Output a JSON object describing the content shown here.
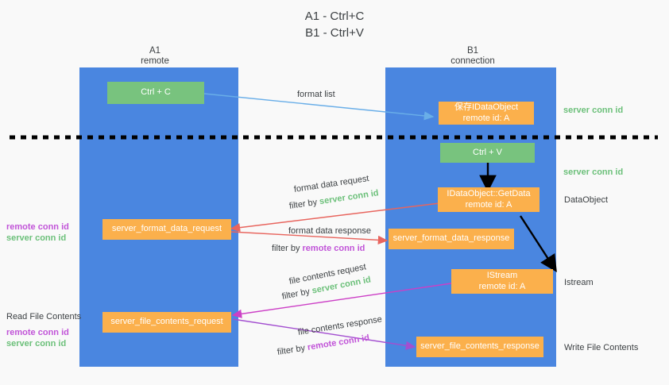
{
  "title": {
    "line1": "A1 - Ctrl+C",
    "line2": "B1 - Ctrl+V"
  },
  "columns": [
    {
      "name": "A1",
      "sub": "remote"
    },
    {
      "name": "B1",
      "sub": "connection"
    }
  ],
  "boxes": {
    "ctrl_c": {
      "line1": "Ctrl + C"
    },
    "ctrl_v": {
      "line1": "Ctrl + V"
    },
    "idataobject": {
      "line1": "保存IDataObject",
      "line2": "remote id: A"
    },
    "getdata": {
      "line1": "IDataObject::GetData",
      "line2": "remote id: A"
    },
    "istream": {
      "line1": "IStream",
      "line2": "remote id: A"
    },
    "format_data_request": {
      "line1": "server_format_data_request"
    },
    "format_data_response": {
      "line1": "server_format_data_response"
    },
    "file_contents_request": {
      "line1": "server_file_contents_request"
    },
    "file_contents_response": {
      "line1": "server_file_contents_response"
    }
  },
  "edge_labels": {
    "format_list": "format list",
    "format_data_request": "format data request",
    "format_data_request_filter_pre": "filter by ",
    "format_data_request_filter_key": "server conn id",
    "format_data_response": "format data response",
    "format_data_response_filter_pre": "filter by ",
    "format_data_response_filter_key": "remote conn id",
    "file_contents_request": "file contents request",
    "file_contents_request_filter_pre": "filter by ",
    "file_contents_request_filter_key": "server conn id",
    "file_contents_response": "file contents response",
    "file_contents_response_filter_pre": "filter by ",
    "file_contents_response_filter_key": "remote conn id"
  },
  "right_labels": {
    "server_conn_id_top": "server conn id",
    "server_conn_id_mid": "server conn id",
    "dataobject": "DataObject",
    "istream": "Istream",
    "write_file_contents": "Write File Contents"
  },
  "left_labels": {
    "remote_conn_id_1": "remote conn id",
    "server_conn_id_1": "server conn id",
    "read_file_contents": "Read File Contents",
    "remote_conn_id_2": "remote conn id",
    "server_conn_id_2": "server conn id"
  },
  "colors": {
    "column_blue": "#4a86e0",
    "box_green": "#78c37e",
    "box_orange": "#fbb04c",
    "accent_green_text": "#6cc07a",
    "accent_purple_text": "#c154d8",
    "arrow_blue": "#69aee8",
    "arrow_red": "#e8655e",
    "arrow_magenta": "#cc3fc6",
    "arrow_purple": "#a34fd0",
    "arrow_black": "#000000",
    "background": "#f9f9f9"
  }
}
